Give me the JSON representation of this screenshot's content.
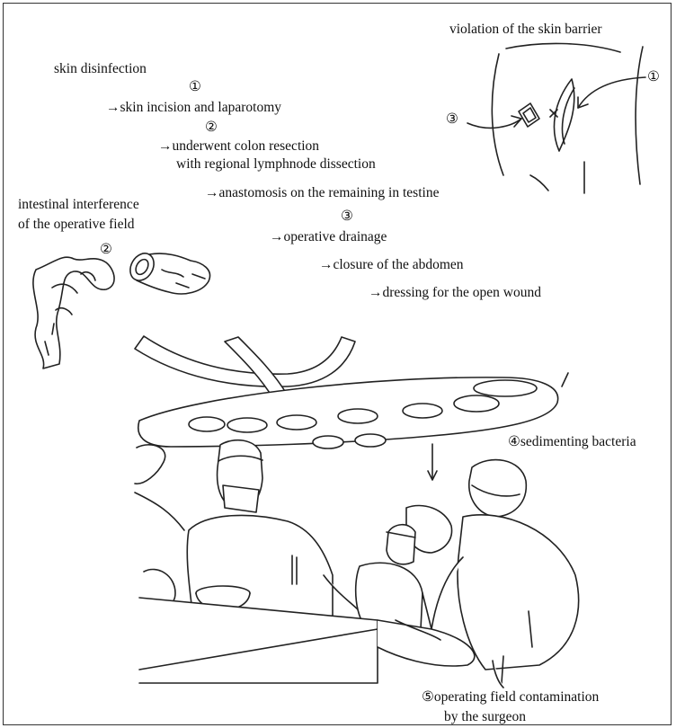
{
  "steps": {
    "s1": "skin disinfection",
    "m1": "①",
    "s2": "→skin incision and laparotomy",
    "m2": "②",
    "s3a": "→underwent colon resection",
    "s3b": "with regional lymphnode dissection",
    "s4": "→anastomosis on the remaining in testine",
    "m3": "③",
    "s5": "→operative drainage",
    "s6": "→closure of the abdomen",
    "s7": "→dressing for the open wound"
  },
  "skin_barrier": {
    "title": "violation of the skin barrier",
    "marker_incision": "①",
    "marker_drain": "③"
  },
  "intestine": {
    "line1": "intestinal interference",
    "line2": "of the operative field",
    "marker": "②"
  },
  "bacteria": {
    "marker": "④",
    "label": "④sedimenting bacteria"
  },
  "surgeon": {
    "marker": "⑤",
    "line1": "⑤operating field contamination",
    "line2": "by the surgeon"
  },
  "icons": [
    "abdomen-illustration",
    "intestine-illustration",
    "operating-lamp-illustration",
    "operating-room-illustration",
    "down-arrow"
  ]
}
